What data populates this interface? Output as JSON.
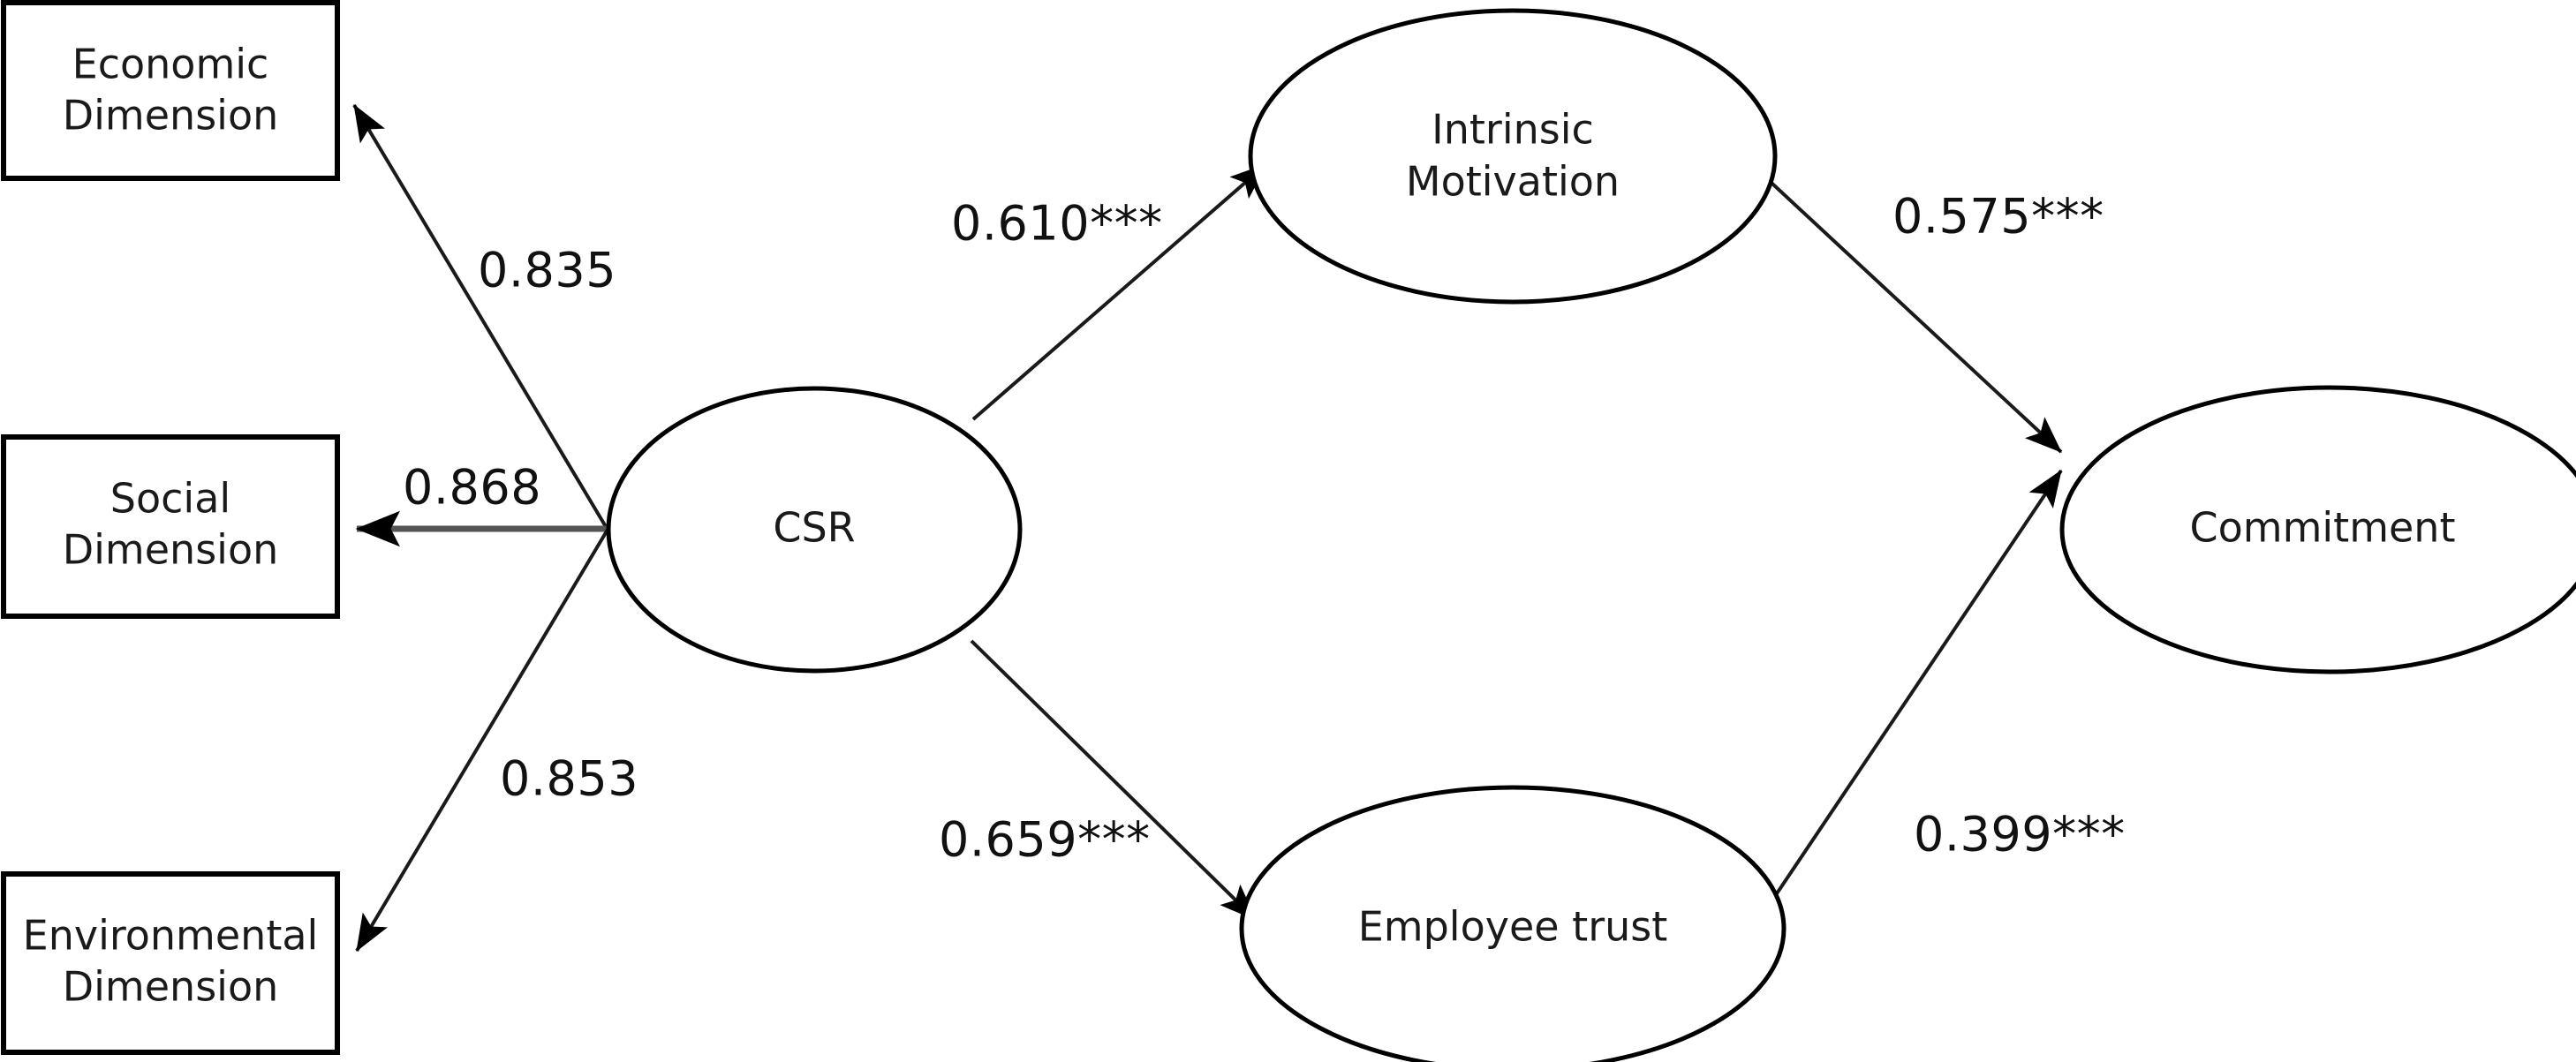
{
  "chart_data": {
    "type": "diagram",
    "title": "",
    "diagram_kind": "structural-equation-model-path-diagram",
    "nodes": [
      {
        "id": "economic",
        "label_lines": [
          "Economic",
          "Dimension"
        ],
        "shape": "rectangle",
        "role": "indicator"
      },
      {
        "id": "social",
        "label_lines": [
          "Social",
          "Dimension"
        ],
        "shape": "rectangle",
        "role": "indicator"
      },
      {
        "id": "environmental",
        "label_lines": [
          "Environmental",
          "Dimension"
        ],
        "shape": "rectangle",
        "role": "indicator"
      },
      {
        "id": "csr",
        "label_lines": [
          "CSR"
        ],
        "shape": "ellipse",
        "role": "latent-exogenous"
      },
      {
        "id": "intrinsic",
        "label_lines": [
          "Intrinsic",
          "Motivation"
        ],
        "shape": "ellipse",
        "role": "latent-mediator"
      },
      {
        "id": "trust",
        "label_lines": [
          "Employee trust"
        ],
        "shape": "ellipse",
        "role": "latent-mediator"
      },
      {
        "id": "commitment",
        "label_lines": [
          "Commitment"
        ],
        "shape": "ellipse",
        "role": "latent-endogenous"
      }
    ],
    "edges": [
      {
        "from": "csr",
        "to": "economic",
        "label": "0.835",
        "value": 0.835,
        "significance": "",
        "arrow": "single"
      },
      {
        "from": "csr",
        "to": "social",
        "label": "0.868",
        "value": 0.868,
        "significance": "",
        "arrow": "single"
      },
      {
        "from": "csr",
        "to": "environmental",
        "label": "0.853",
        "value": 0.853,
        "significance": "",
        "arrow": "single"
      },
      {
        "from": "csr",
        "to": "intrinsic",
        "label": "0.610***",
        "value": 0.61,
        "significance": "***",
        "arrow": "single"
      },
      {
        "from": "csr",
        "to": "trust",
        "label": "0.659***",
        "value": 0.659,
        "significance": "***",
        "arrow": "single"
      },
      {
        "from": "intrinsic",
        "to": "commitment",
        "label": "0.575***",
        "value": 0.575,
        "significance": "***",
        "arrow": "single"
      },
      {
        "from": "trust",
        "to": "commitment",
        "label": "0.399***",
        "value": 0.399,
        "significance": "***",
        "arrow": "single"
      }
    ],
    "colors": {
      "background": "#ffffff",
      "stroke": "#000000",
      "text": "#1a1a1a"
    }
  },
  "nodes": {
    "economic": {
      "line1": "Economic",
      "line2": "Dimension"
    },
    "social": {
      "line1": "Social",
      "line2": "Dimension"
    },
    "environmental": {
      "line1": "Environmental",
      "line2": "Dimension"
    },
    "csr": {
      "line1": "CSR"
    },
    "intrinsic": {
      "line1": "Intrinsic",
      "line2": "Motivation"
    },
    "trust": {
      "line1": "Employee trust"
    },
    "commitment": {
      "line1": "Commitment"
    }
  },
  "coefficients": {
    "csr_to_economic": "0.835",
    "csr_to_social": "0.868",
    "csr_to_environmental": "0.853",
    "csr_to_intrinsic": "0.610***",
    "csr_to_trust": "0.659***",
    "intrinsic_to_commitment": "0.575***",
    "trust_to_commitment": "0.399***"
  }
}
